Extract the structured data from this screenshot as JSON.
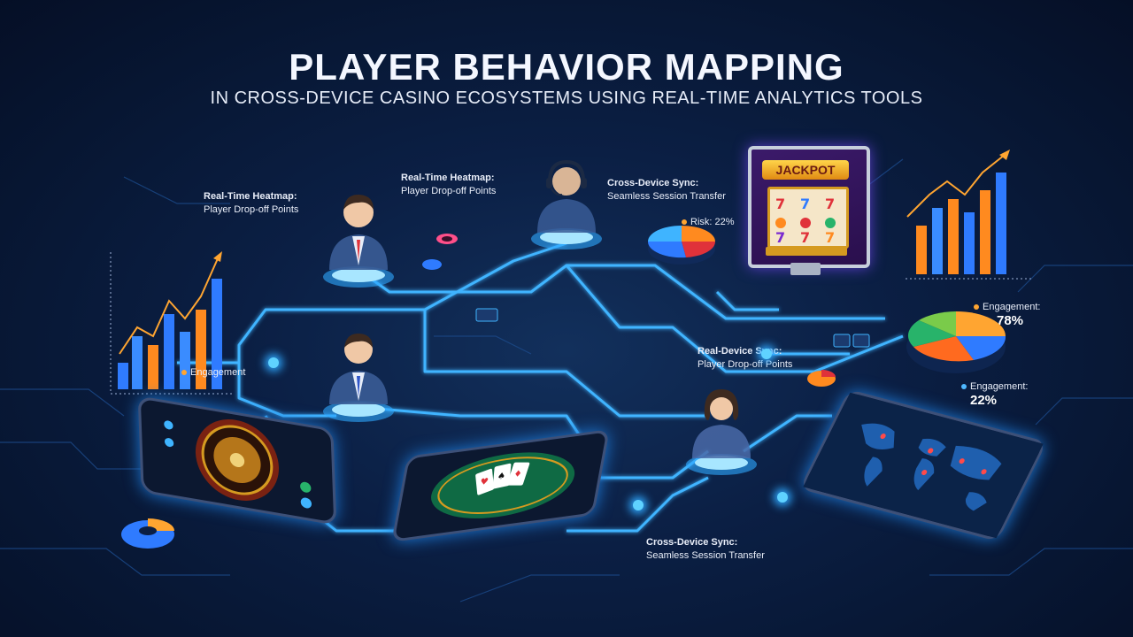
{
  "title": "PLAYER BEHAVIOR MAPPING",
  "subtitle": "IN CROSS-DEVICE CASINO ECOSYSTEMS USING REAL-TIME ANALYTICS TOOLS",
  "labels": {
    "heatmap_left": {
      "line1": "Real-Time Heatmap:",
      "line2": "Player Drop-off Points"
    },
    "heatmap_top": {
      "line1": "Real-Time Heatmap:",
      "line2": "Player Drop-off Points"
    },
    "sync_top": {
      "line1": "Cross-Device Sync:",
      "line2": "Seamless Session Transfer"
    },
    "risk": "Risk: 22%",
    "engagement_left": "Engagement",
    "engagement_right_top": {
      "label": "Engagement:",
      "value": "78%"
    },
    "engagement_right_bottom": {
      "label": "Engagement:",
      "value": "22%"
    },
    "sync_mid": {
      "line1": "Real-Device Sync:",
      "line2": "Player Drop-off Points"
    },
    "sync_bottom": {
      "line1": "Cross-Device Sync:",
      "line2": "Seamless Session Transfer"
    }
  },
  "devices": {
    "monitor_sign": "JACKPOT"
  },
  "colors": {
    "glow": "#2fa8ff",
    "line": "#3fb4ff",
    "bar_blue": "#2f7bff",
    "bar_orange": "#ff8a1f",
    "accent_orange": "#ffa531"
  },
  "icons": [
    "person-icon",
    "headset-agent-icon",
    "pie-chart-icon",
    "bar-chart-icon",
    "roulette-icon",
    "cards-icon",
    "world-map-icon",
    "slot-machine-icon"
  ]
}
